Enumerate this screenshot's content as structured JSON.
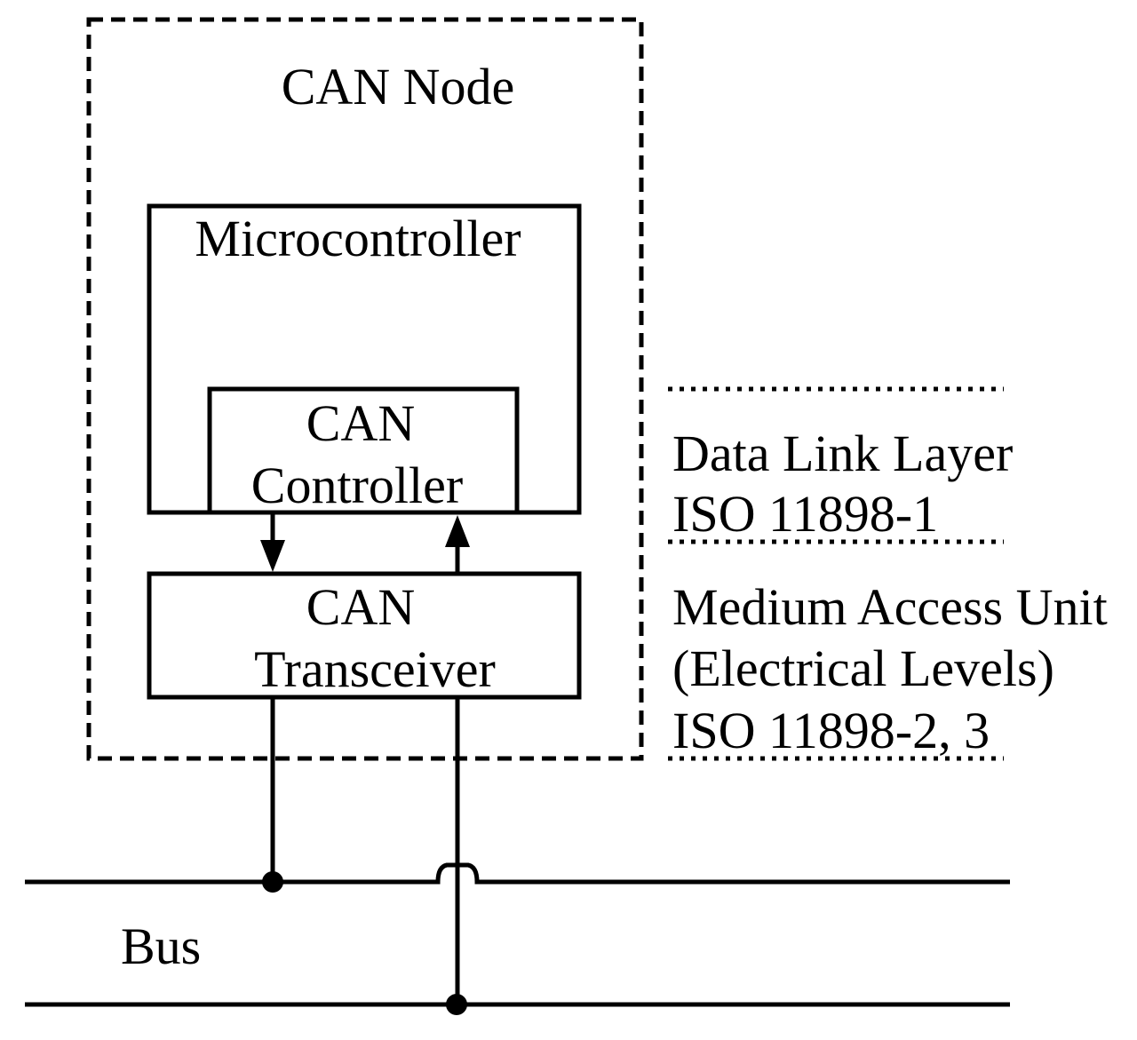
{
  "node": {
    "title": "CAN Node"
  },
  "microcontroller": {
    "label": "Microcontroller"
  },
  "controller": {
    "line1": "CAN",
    "line2": "Controller"
  },
  "transceiver": {
    "line1": "CAN",
    "line2": "Transceiver"
  },
  "layers": {
    "data_link": {
      "line1": "Data Link Layer",
      "line2": "ISO 11898-1"
    },
    "medium_access": {
      "line1": "Medium Access Unit",
      "line2": "(Electrical Levels)",
      "line3": "ISO 11898-2, 3"
    }
  },
  "bus": {
    "label": "Bus"
  }
}
